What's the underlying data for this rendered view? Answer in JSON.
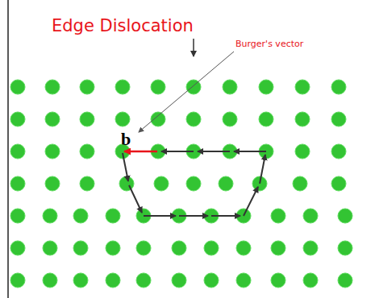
{
  "diagram": {
    "title": "Edge Dislocation",
    "labels": [
      "Burger's vector",
      "b"
    ]
  }
}
